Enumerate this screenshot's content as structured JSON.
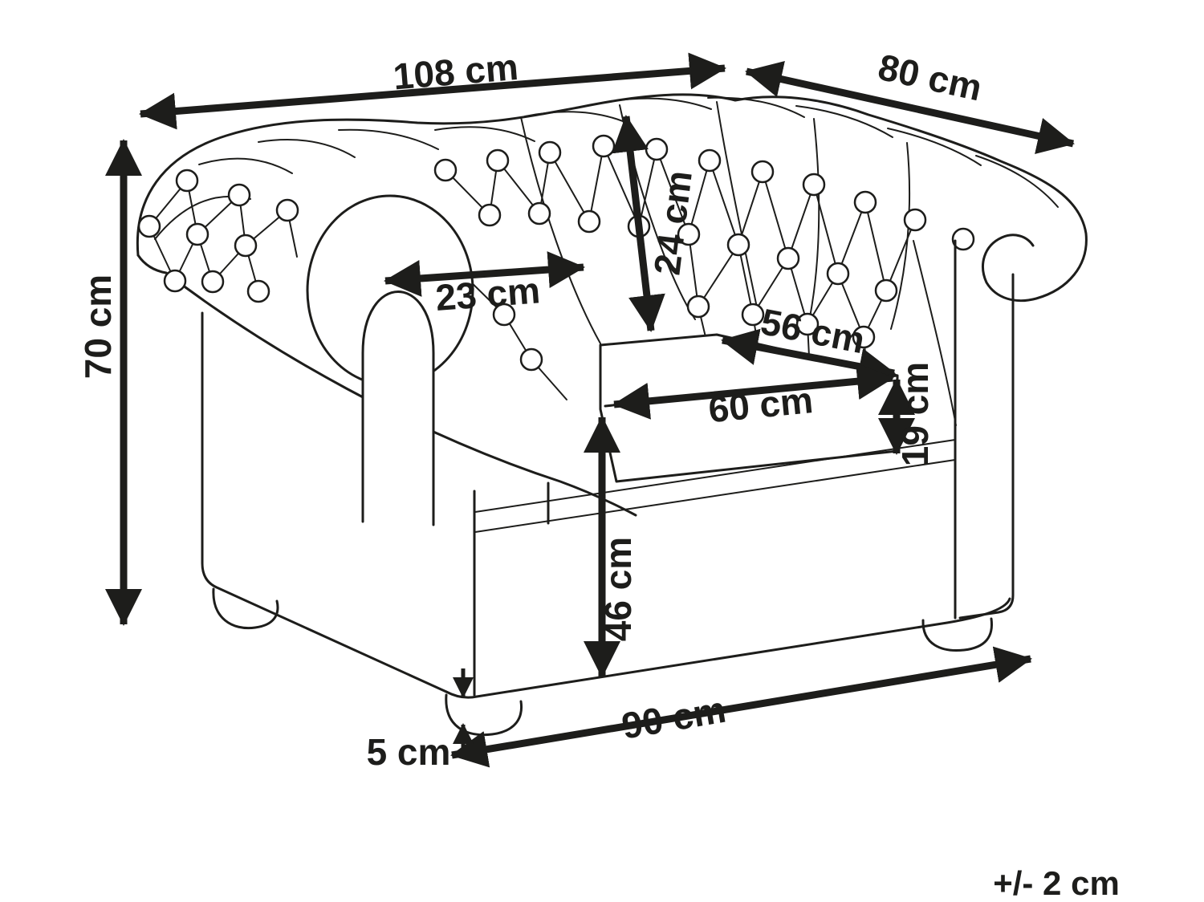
{
  "meta": {
    "type": "product-dimension-diagram",
    "subject": "Chesterfield tufted armchair line drawing, three-quarter perspective view",
    "background_color": "#ffffff",
    "ink_color": "#1d1d1b"
  },
  "dimensions": {
    "overall_width": {
      "label": "108 cm",
      "orientation": "diagonal-top"
    },
    "overall_depth": {
      "label": "80 cm",
      "orientation": "diagonal-top-right"
    },
    "overall_height": {
      "label": "70 cm",
      "orientation": "vertical-left"
    },
    "backrest_depth": {
      "label": "24 cm",
      "orientation": "vertical-on-backrest"
    },
    "armrest_width": {
      "label": "23 cm",
      "orientation": "horizontal-on-armrest"
    },
    "seat_depth": {
      "label": "56 cm",
      "orientation": "diagonal-on-seat"
    },
    "seat_width": {
      "label": "60 cm",
      "orientation": "horizontal-on-seat"
    },
    "seat_cushion_thickness": {
      "label": "19 cm",
      "orientation": "vertical-at-seat-front"
    },
    "seat_height": {
      "label": "46 cm",
      "orientation": "vertical-on-front-panel"
    },
    "front_base_width": {
      "label": "90 cm",
      "orientation": "diagonal-bottom"
    },
    "leg_height": {
      "label": "5 cm",
      "orientation": "vertical-at-front-leg"
    }
  },
  "tolerance": {
    "label": "+/- 2 cm"
  }
}
